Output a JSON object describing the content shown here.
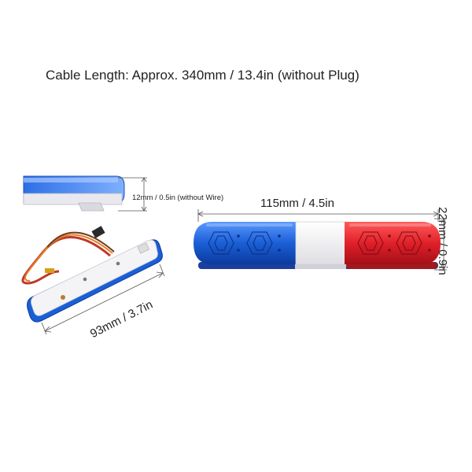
{
  "caption": {
    "cable_length": "Cable Length: Approx. 340mm / 13.4in (without Plug)",
    "height": "12mm / 0.5in (without Wire)"
  },
  "dimensions": {
    "length": "115mm / 4.5in",
    "height": "22mm / 0.9in",
    "width": "93mm / 3.7in"
  },
  "colors": {
    "blue": "#1a5fd6",
    "red": "#e0202a",
    "white_center": "#f2f2f4"
  }
}
